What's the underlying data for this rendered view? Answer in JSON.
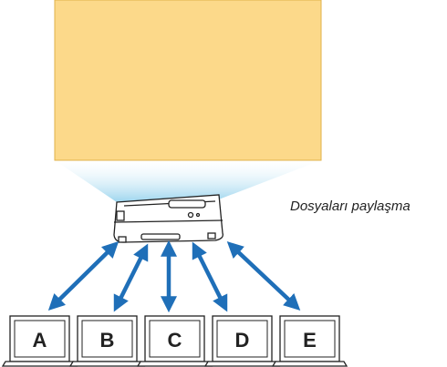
{
  "caption": "Dosyaları paylaşma",
  "colors": {
    "screen_fill": "#fcd98a",
    "beam_top": "#ffffff",
    "beam_bottom": "#9cd5ee",
    "arrow": "#1f6fb8",
    "outline": "#222222"
  },
  "laptops": [
    {
      "label": "A"
    },
    {
      "label": "B"
    },
    {
      "label": "C"
    },
    {
      "label": "D"
    },
    {
      "label": "E"
    }
  ]
}
